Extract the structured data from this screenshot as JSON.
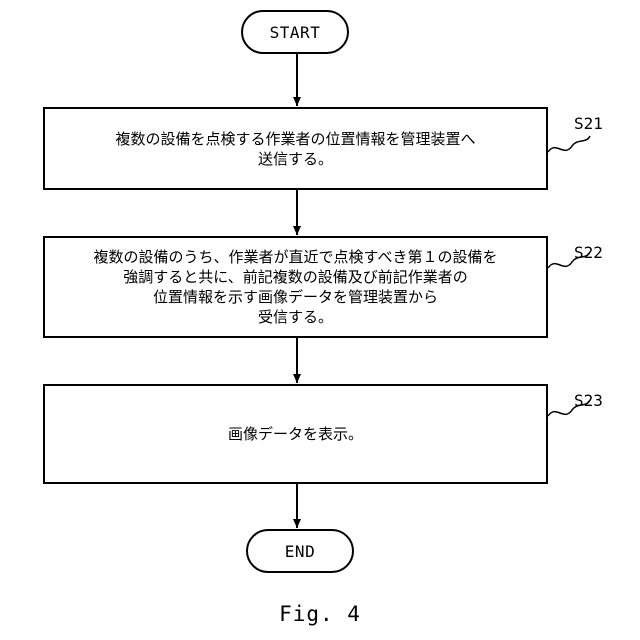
{
  "flowchart": {
    "start_label": "START",
    "end_label": "END",
    "steps": [
      {
        "ref": "S21",
        "lines": [
          "複数の設備を点検する作業者の位置情報を管理装置へ",
          "送信する。"
        ]
      },
      {
        "ref": "S22",
        "lines": [
          "複数の設備のうち、作業者が直近で点検すべき第１の設備を",
          "強調すると共に、前記複数の設備及び前記作業者の",
          "位置情報を示す画像データを管理装置から",
          "受信する。"
        ]
      },
      {
        "ref": "S23",
        "lines": [
          "画像データを表示。"
        ]
      }
    ]
  },
  "figure_caption": "Fig. 4"
}
